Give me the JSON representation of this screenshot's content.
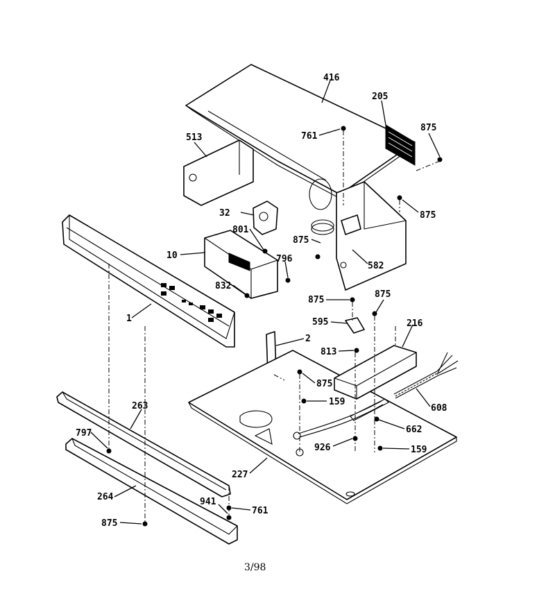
{
  "callouts": {
    "c416": "416",
    "c205": "205",
    "c875_a": "875",
    "c761_top": "761",
    "c513": "513",
    "c875_b": "875",
    "c32": "32",
    "c801": "801",
    "c875_c": "875",
    "c10": "10",
    "c582": "582",
    "c796": "796",
    "c832": "832",
    "c875_d": "875",
    "c875_e": "875",
    "c1": "1",
    "c595": "595",
    "c216": "216",
    "c2": "2",
    "c813": "813",
    "c875_f": "875",
    "c159_a": "159",
    "c608": "608",
    "c263": "263",
    "c662": "662",
    "c797": "797",
    "c926": "926",
    "c159_b": "159",
    "c227": "227",
    "c264": "264",
    "c941": "941",
    "c761_bottom": "761",
    "c875_g": "875"
  },
  "footer": {
    "page_code": "3/98"
  }
}
